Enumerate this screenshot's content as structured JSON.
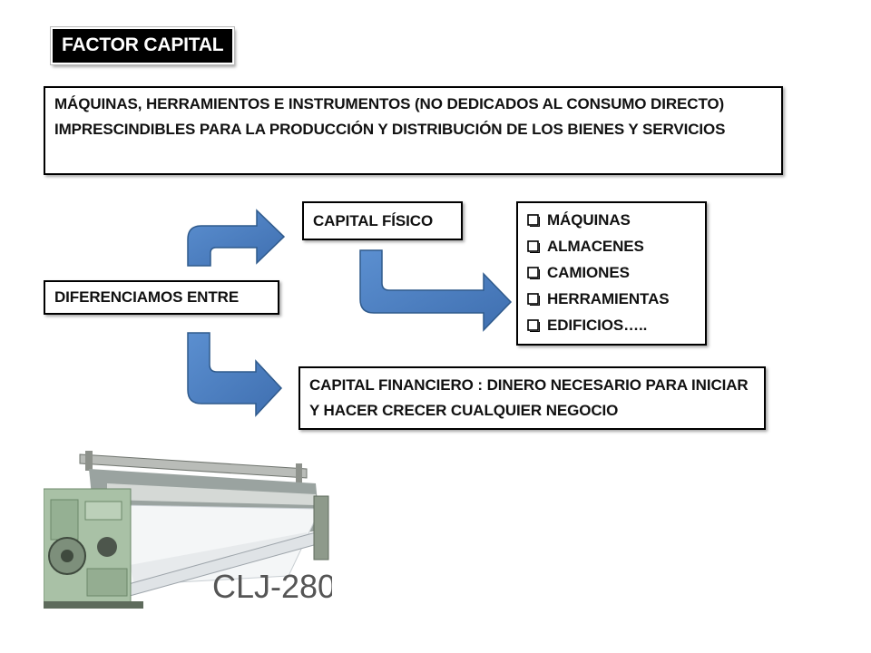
{
  "slide": {
    "title": "FACTOR CAPITAL",
    "definition": "MÁQUINAS, HERRAMIENTOS E INSTRUMENTOS (NO DEDICADOS AL CONSUMO DIRECTO) IMPRESCINDIBLES PARA LA PRODUCCIÓN Y DISTRIBUCIÓN DE LOS BIENES Y SERVICIOS",
    "physical_capital": "CAPITAL FÍSICO",
    "distinguish": "DIFERENCIAMOS ENTRE",
    "financial_capital": "CAPITAL FINANCIERO : DINERO NECESARIO PARA INICIAR  Y HACER CRECER CUALQUIER NEGOCIO",
    "physical_items": [
      "MÁQUINAS",
      "ALMACENES",
      "CAMIONES",
      "HERRAMIENTAS",
      "EDIFICIOS….."
    ],
    "photo_label": "CLJ-280"
  },
  "colors": {
    "arrow_fill": "#4f81bd",
    "arrow_stroke": "#2f5a8c",
    "title_bg": "#000000",
    "title_text": "#ffffff"
  },
  "icons": {
    "bullet": "checkbox-square-icon",
    "photo": "textile-loom-machine-photo"
  }
}
